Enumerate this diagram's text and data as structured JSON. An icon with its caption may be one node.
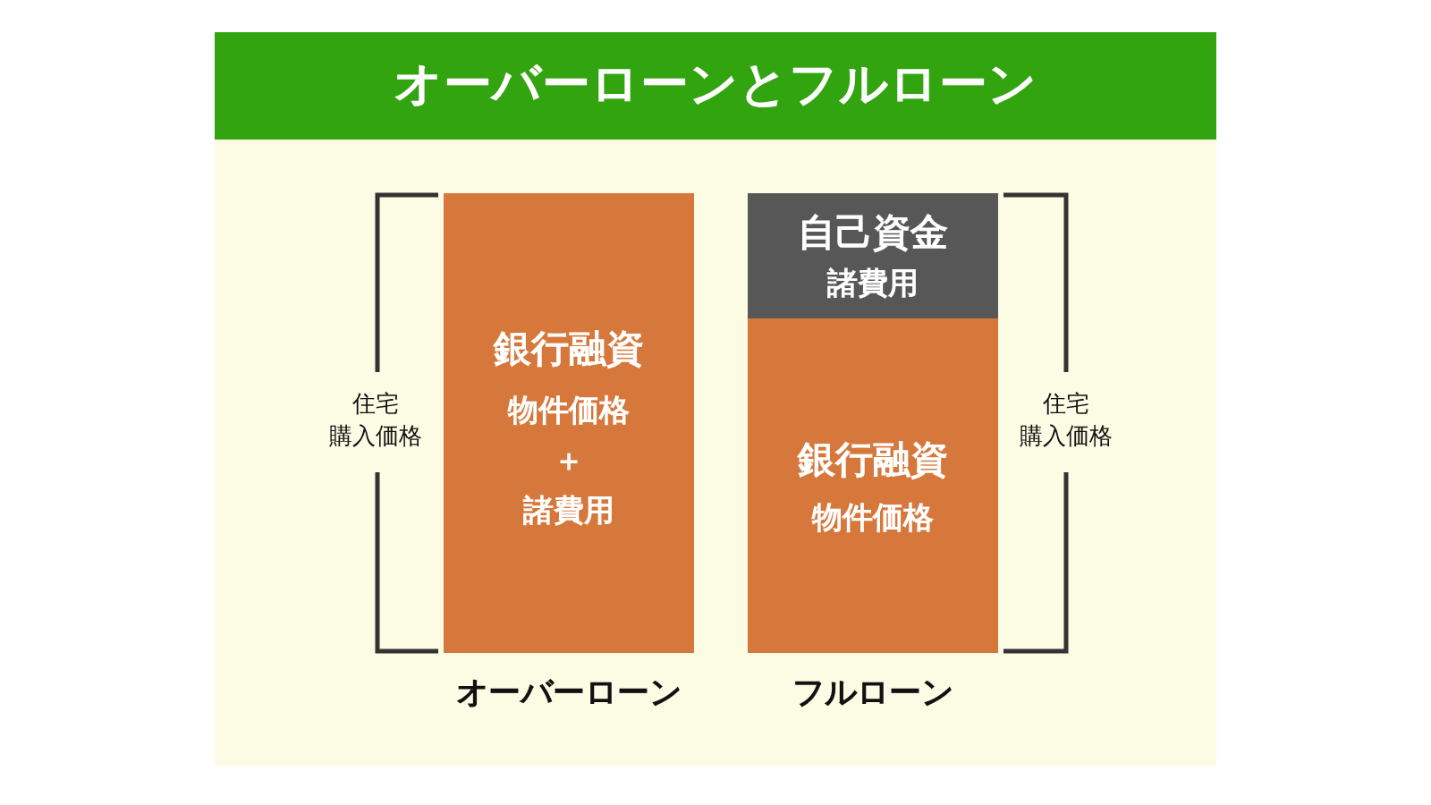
{
  "diagram": {
    "title": "オーバーローンとフルローン",
    "nodes": [
      {
        "text": [
          "銀行融資",
          "物件価格",
          "＋",
          "諸費用"
        ],
        "beside": [
          "オーバーローン"
        ]
      },
      {
        "text": [
          "自己資金",
          "諸費用"
        ]
      },
      {
        "text": [
          "銀行融資",
          "物件価格"
        ],
        "beside": [
          "フルローン"
        ]
      }
    ],
    "labels": [
      "住宅購入価格",
      "住宅購入価格"
    ]
  }
}
